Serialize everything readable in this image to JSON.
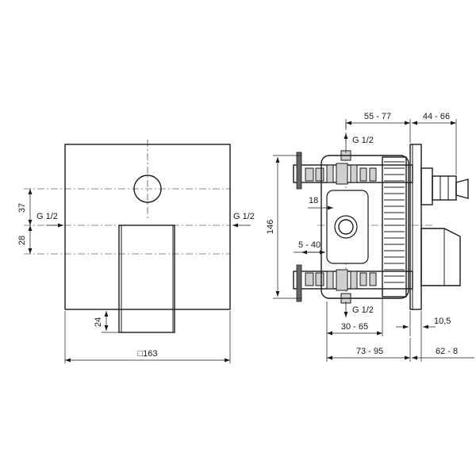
{
  "front_view": {
    "dim_37": "37",
    "dim_28": "28",
    "dim_24": "24",
    "dim_163": "□163",
    "thread_left": "G 1/2",
    "thread_right": "G 1/2"
  },
  "side_view": {
    "dim_55_77": "55 - 77",
    "dim_44_66": "44 - 66",
    "dim_146": "146",
    "dim_18": "18",
    "dim_5_40": "5 - 40",
    "dim_30_65": "30 - 65",
    "dim_10_5": "10,5",
    "dim_73_95": "73 - 95",
    "dim_62_8": "62 - 8",
    "thread_top": "G 1/2",
    "thread_bottom": "G 1/2"
  }
}
